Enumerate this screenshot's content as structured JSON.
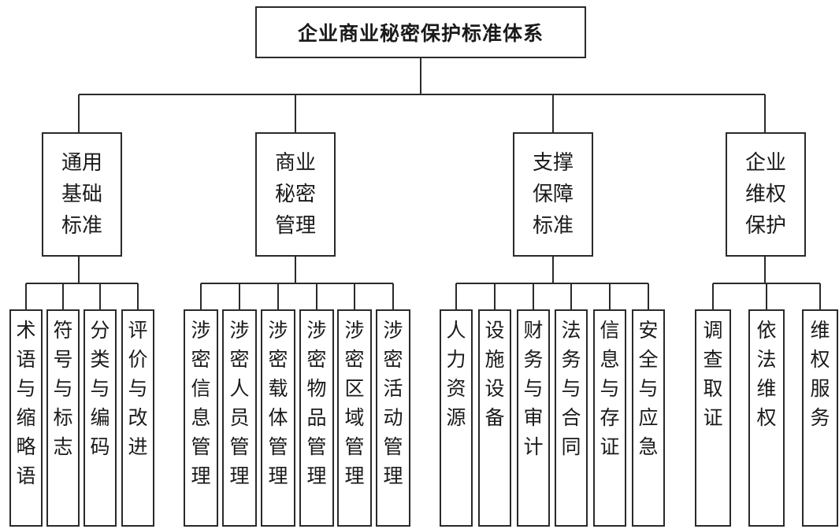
{
  "root": {
    "title": "企业商业秘密保护标准体系"
  },
  "categories": [
    {
      "label": "通用基础标准",
      "items": [
        "术语与缩略语",
        "符号与标志",
        "分类与编码",
        "评价与改进"
      ]
    },
    {
      "label": "商业秘密管理",
      "items": [
        "涉密信息管理",
        "涉密人员管理",
        "涉密载体管理",
        "涉密物品管理",
        "涉密区域管理",
        "涉密活动管理"
      ]
    },
    {
      "label": "支撑保障标准",
      "items": [
        "人力资源",
        "设施设备",
        "财务与审计",
        "法务与合同",
        "信息与存证",
        "安全与应急"
      ]
    },
    {
      "label": "企业维权保护",
      "items": [
        "调查取证",
        "依法维权",
        "维权服务"
      ]
    }
  ],
  "colors": {
    "line": "#2a2a2a",
    "text": "#1a1a1a",
    "background": "#ffffff"
  }
}
